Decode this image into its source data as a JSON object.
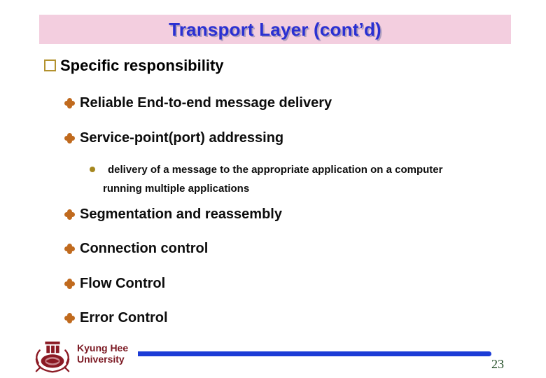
{
  "slide": {
    "title": "Transport Layer (cont’d)",
    "page_number": "23"
  },
  "content": {
    "heading": "Specific responsibility",
    "bullets": [
      "Reliable End-to-end message delivery",
      "Service-point(port) addressing",
      "Segmentation and reassembly",
      "Connection control",
      "Flow Control",
      "Error Control"
    ],
    "sub_bullet": "delivery of a message to the appropriate application on a computer running multiple applications"
  },
  "footer": {
    "institution_line1": "Kyung Hee",
    "institution_line2": "University"
  },
  "colors": {
    "title_bar_bg": "#f3cedf",
    "title_text": "#2a30d2",
    "heading_square": "#b3922f",
    "bullet_diamond": "#c06a1e",
    "sub_bullet_dot": "#a5871f",
    "footer_text": "#7b1822",
    "footer_bar": "#1c3cd6",
    "page_number": "#1e4a22"
  }
}
